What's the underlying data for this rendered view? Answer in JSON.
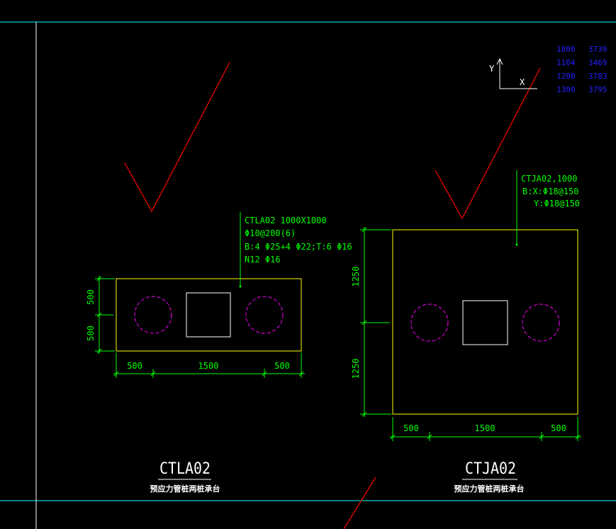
{
  "ucs": {
    "x_label": "X",
    "y_label": "Y"
  },
  "coord_table": [
    [
      "1800",
      "3739"
    ],
    [
      "1104",
      "3469"
    ],
    [
      "1200",
      "3783"
    ],
    [
      "1300",
      "3795"
    ]
  ],
  "left_cap": {
    "annotation": [
      "CTLA02 1000X1000",
      "Φ10@200(6)",
      "B:4 Φ25+4 Φ22;T:6 Φ16",
      "N12 Φ16"
    ],
    "dims_bottom": [
      "500",
      "1500",
      "500"
    ],
    "dims_left": [
      "500",
      "500"
    ],
    "title": "CTLA02",
    "subtitle": "预应力管桩两桩承台"
  },
  "right_cap": {
    "annotation": [
      "CTJA02,1000",
      "B:X:Φ18@150",
      "Y:Φ18@150"
    ],
    "dims_bottom": [
      "500",
      "1500",
      "500"
    ],
    "dims_left": [
      "1250",
      "1250"
    ],
    "title": "CTJA02",
    "subtitle": "预应力管桩两桩承台"
  },
  "colors": {
    "background": "#000000",
    "frame": "#00ffff",
    "outline": "#ffff00",
    "dimension": "#00ff00",
    "pile": "#ff00ff",
    "column": "#ffffff",
    "check_mark": "#ff0000",
    "coords": "#2222ff"
  }
}
